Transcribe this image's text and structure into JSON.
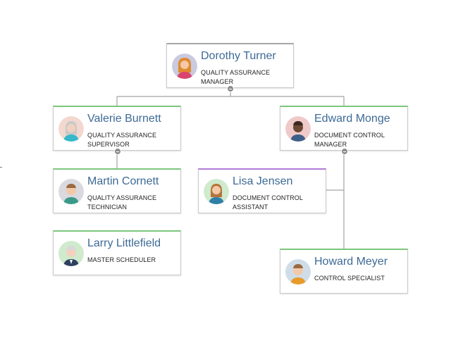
{
  "nodes": [
    {
      "id": "dorothy",
      "name": "Dorothy Turner",
      "title": "QUALITY ASSURANCE MANAGER",
      "avatar": "female-avatar-icon",
      "avatar_bg": "#c9c9df",
      "hair": "#e08a2e",
      "shirt": "#d9436d"
    },
    {
      "id": "valerie",
      "name": "Valerie Burnett",
      "title": "QUALITY ASSURANCE SUPERVISOR",
      "avatar": "female-avatar-icon",
      "avatar_bg": "#f3d8cf",
      "hair": "#c9c9c9",
      "shirt": "#35b8c9"
    },
    {
      "id": "edward",
      "name": "Edward Monge",
      "title": "DOCUMENT CONTROL MANAGER",
      "avatar": "male-avatar-icon",
      "avatar_bg": "#f0c9c9",
      "hair": "#3a2a20",
      "shirt": "#3e5f8a"
    },
    {
      "id": "martin",
      "name": "Martin Cornett",
      "title": "QUALITY ASSURANCE TECHNICIAN",
      "avatar": "male-avatar-icon",
      "avatar_bg": "#d9d9df",
      "hair": "#9a6a42",
      "shirt": "#3a9a8a"
    },
    {
      "id": "lisa",
      "name": "Lisa Jensen",
      "title": "DOCUMENT CONTROL ASSISTANT",
      "avatar": "female-avatar-icon",
      "avatar_bg": "#cfeacc",
      "hair": "#b5733a",
      "shirt": "#2f7fa8"
    },
    {
      "id": "larry",
      "name": "Larry Littlefield",
      "title": "MASTER SCHEDULER",
      "avatar": "male-avatar-icon",
      "avatar_bg": "#cfeacc",
      "hair": "#d8d8d8",
      "shirt": "#2f3f5f"
    },
    {
      "id": "howard",
      "name": "Howard Meyer",
      "title": "CONTROL SPECIALIST",
      "avatar": "male-avatar-icon",
      "avatar_bg": "#cfdde8",
      "hair": "#9a6a42",
      "shirt": "#e89a2a"
    }
  ],
  "colors": {
    "name": "#3d6a96",
    "line": "#9a9a9a",
    "accent_green": "#7cc77c",
    "accent_purple": "#b07ad6"
  }
}
